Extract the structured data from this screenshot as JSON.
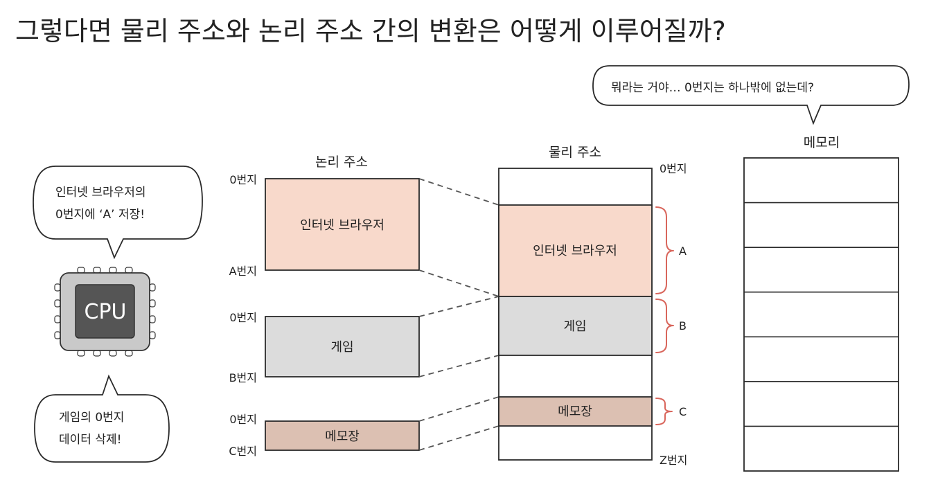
{
  "title": "그렇다면 물리 주소와 논리 주소 간의 변환은 어떻게 이루어질까?",
  "bubbles": {
    "memory": "뭐라는 거야… 0번지는 하나밖에 없는데?",
    "cpu_top_line1": "인터넷 브라우저의",
    "cpu_top_line2": "0번지에 ‘A’ 저장!",
    "cpu_bottom_line1": "게임의 0번지",
    "cpu_bottom_line2": "데이터 삭제!"
  },
  "cpu": {
    "label": "CPU"
  },
  "logical": {
    "header": "논리 주소",
    "blocks": [
      {
        "name": "인터넷 브라우저",
        "start": "0번지",
        "end": "A번지",
        "color": "#f8d9cb"
      },
      {
        "name": "게임",
        "start": "0번지",
        "end": "B번지",
        "color": "#dcdcdc"
      },
      {
        "name": "메모장",
        "start": "0번지",
        "end": "C번지",
        "color": "#dcc0b2"
      }
    ]
  },
  "physical": {
    "header": "물리 주소",
    "top_label": "0번지",
    "bottom_label": "Z번지",
    "blocks": [
      {
        "name": "인터넷 브라우저",
        "brace": "A",
        "color": "#f8d9cb"
      },
      {
        "name": "게임",
        "brace": "B",
        "color": "#dcdcdc"
      },
      {
        "name": "메모장",
        "brace": "C",
        "color": "#dcc0b2"
      }
    ]
  },
  "memory": {
    "header": "메모리",
    "rows": 7
  }
}
